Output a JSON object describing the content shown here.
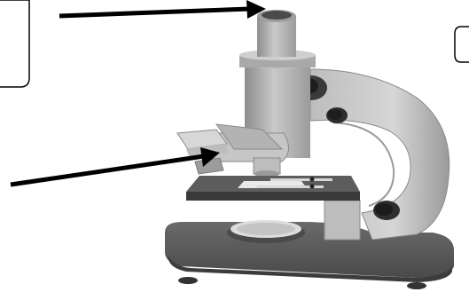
{
  "diagram": {
    "subject": "compound-microscope",
    "labels": [
      {
        "id": "label-box-top",
        "text": ""
      },
      {
        "id": "label-box-right",
        "text": ""
      }
    ],
    "arrows": [
      {
        "id": "arrow-to-eyepiece",
        "color": "#000000"
      },
      {
        "id": "arrow-to-objective-lens",
        "color": "#000000"
      }
    ],
    "colors": {
      "body_light": "#d2d2d2",
      "body_mid": "#a3a3a3",
      "body_dark": "#6e6e6e",
      "base_dark": "#4f4f4f",
      "stage_plate": "#5c5c5c",
      "black": "#000000"
    }
  }
}
